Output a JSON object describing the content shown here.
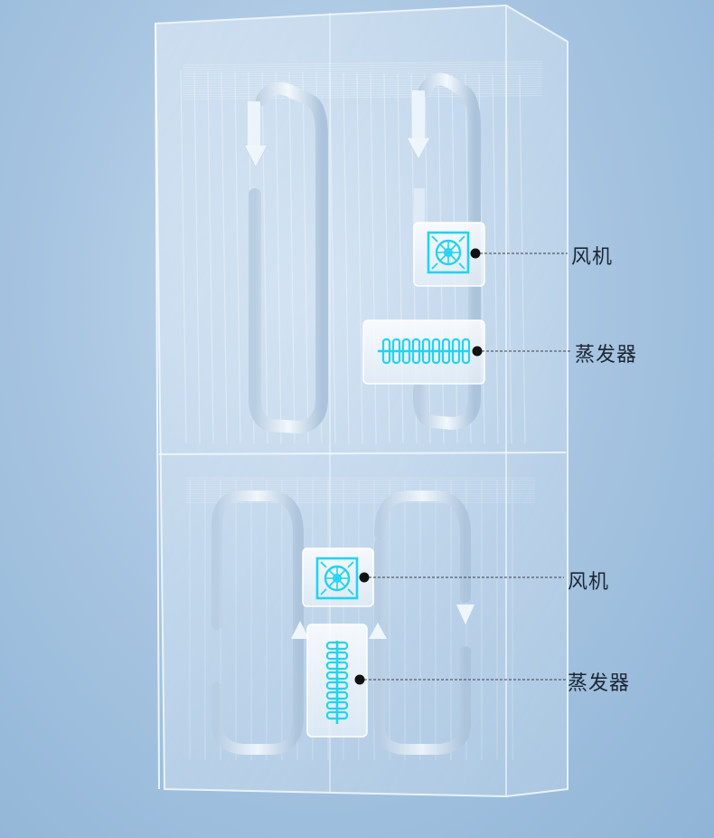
{
  "callouts": {
    "fan_upper": "风机",
    "evaporator_upper": "蒸发器",
    "fan_lower": "风机",
    "evaporator_lower": "蒸发器"
  },
  "colors": {
    "accent_cyan": "#22d3f2",
    "leader_line": "#3a3f46",
    "dot": "#111111",
    "arrow": "#e9f3fb"
  },
  "icons": {
    "fan": "fan-icon",
    "evaporator": "evaporator-coil-icon"
  }
}
